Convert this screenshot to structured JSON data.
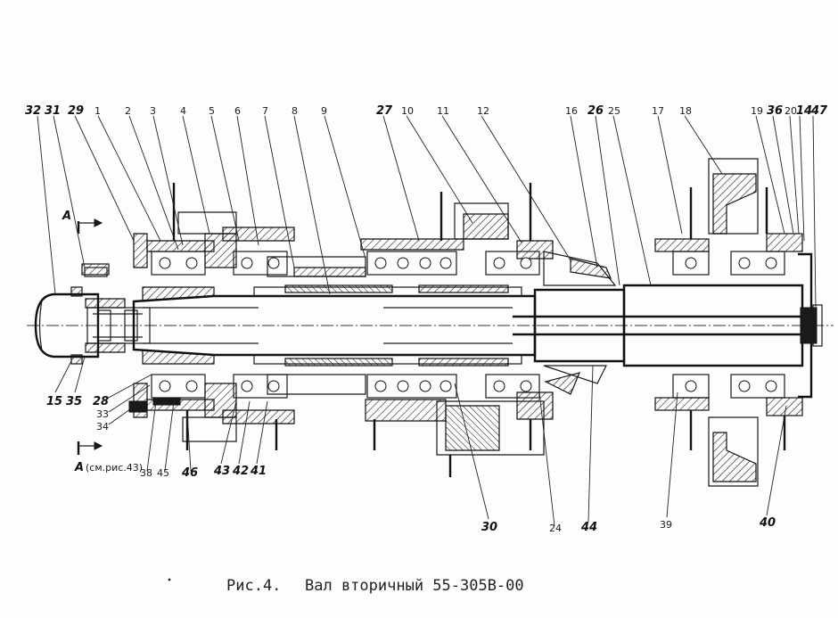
{
  "caption": {
    "figure": "Рис.4.",
    "title": "Вал вторичный 55-305В-00"
  },
  "section": {
    "letter_top": "А",
    "letter_bottom": "А",
    "note": "(см.рис.43)"
  },
  "top_callouts": [
    "32",
    "31",
    "29",
    "1",
    "2",
    "3",
    "4",
    "5",
    "6",
    "7",
    "8",
    "9",
    "27",
    "10",
    "11",
    "12",
    "16",
    "26",
    "25",
    "17",
    "18",
    "19",
    "36",
    "20",
    "14",
    "47"
  ],
  "bottom_callouts": [
    "15",
    "35",
    "28",
    "33",
    "34",
    "38",
    "45",
    "46",
    "43",
    "42",
    "41",
    "30",
    "24",
    "44",
    "39",
    "40"
  ]
}
